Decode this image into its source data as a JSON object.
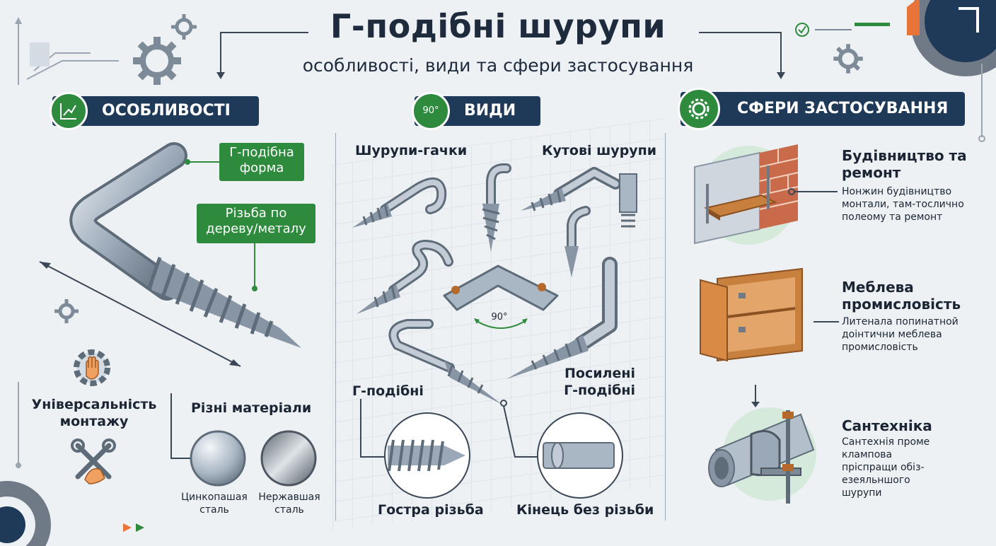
{
  "header": {
    "title": "Г-подібні шурупи",
    "subtitle": "особливості, види та сфери застосування"
  },
  "sections": {
    "features": {
      "label": "ОСОБЛИВОСТІ",
      "tag_shape": "Г-подібна форма",
      "tag_thread": "Різьба по дереву/металу",
      "versatility": "Універсальність монтажу",
      "materials_title": "Різні матеріали",
      "material_1": "Цинкопашая сталь",
      "material_2": "Нержавшая сталь"
    },
    "types": {
      "label": "ВИДИ",
      "icon_text": "90°",
      "hooks": "Шурупи-гачки",
      "corner": "Кутові шурупи",
      "angle_text": "90°",
      "l_shaped": "Г-подібні",
      "reinforced": "Посилені Г-подібні",
      "sharp_thread": "Гостра різьба",
      "no_thread_end": "Кінець без різьби"
    },
    "applications": {
      "label": "СФЕРИ ЗАСТОСУВАННЯ",
      "items": [
        {
          "title": "Будівництво та ремонт",
          "desc": "Нонжин будівництво монтали, там-тослично полеому та ремонт"
        },
        {
          "title": "Меблева промисловість",
          "desc": "Литенала попинатной доінтични меблева промисловість"
        },
        {
          "title": "Сантехніка",
          "desc": "Сантехнія проме клампова пріспращи обіз-езеяльншого шурупи"
        }
      ]
    }
  },
  "colors": {
    "navy": "#1f3a58",
    "green": "#2e8b3e",
    "steel": "#9aa8b8",
    "orange": "#e8743a",
    "wood": "#c8803f",
    "brick": "#c96a4a"
  },
  "icons": [
    "gear-icon",
    "chart-icon",
    "screw-angle-icon",
    "hand-icon",
    "wrench-icon",
    "check-icon"
  ]
}
